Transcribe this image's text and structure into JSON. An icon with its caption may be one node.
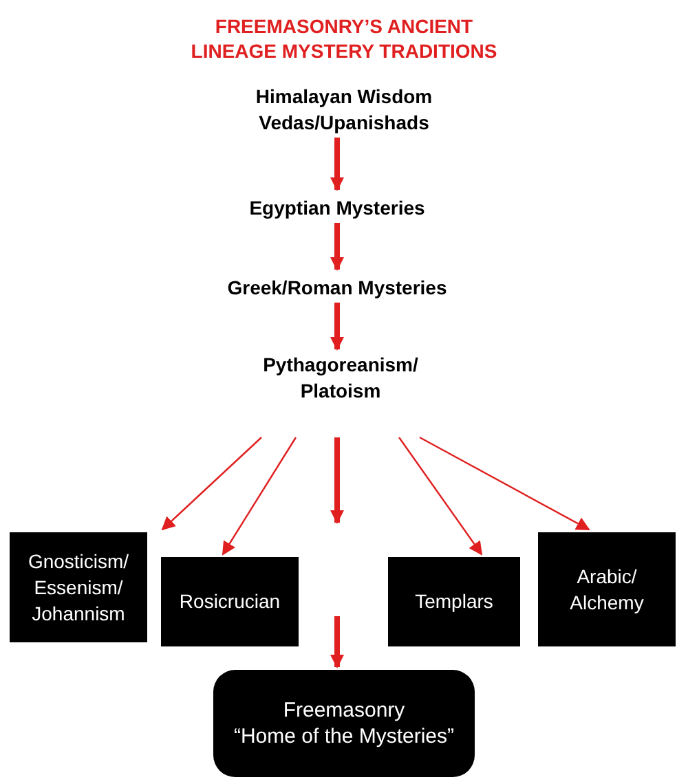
{
  "diagram": {
    "title": "FREEMASONRY’S ANCIENT LINEAGE MYSTERY TRADITIONS",
    "nodes": [
      {
        "text": [
          "Himalayan Wisdom Vedas/Upanishads"
        ]
      },
      {
        "text": [
          "Egyptian Mysteries"
        ]
      },
      {
        "text": [
          "Greek/Roman Mysteries"
        ]
      },
      {
        "text": [
          "Pythagoreanism/ Platoism"
        ]
      },
      {
        "text": [
          "Gnosticism/ Essenism/ Johannism"
        ]
      },
      {
        "text": [
          "Rosicrucian"
        ]
      },
      {
        "text": [
          "Templars"
        ]
      },
      {
        "text": [
          "Arabic/ Alchemy"
        ]
      },
      {
        "text": [
          "Freemasonry",
          "“Home of the Mysteries”"
        ]
      }
    ],
    "edges": [
      {
        "from": 0,
        "to": 1,
        "arrow": "to"
      },
      {
        "from": 1,
        "to": 2,
        "arrow": "to"
      },
      {
        "from": 2,
        "to": 3,
        "arrow": "to"
      },
      {
        "from": 3,
        "to": 4,
        "arrow": "to"
      },
      {
        "from": 3,
        "to": 5,
        "arrow": "to"
      },
      {
        "from": 3,
        "to": 6,
        "arrow": "to"
      },
      {
        "from": 3,
        "to": 7,
        "arrow": "to"
      },
      {
        "from": 3,
        "to": null,
        "arrow": "to"
      },
      {
        "from": null,
        "to": 8,
        "arrow": "to"
      }
    ]
  }
}
